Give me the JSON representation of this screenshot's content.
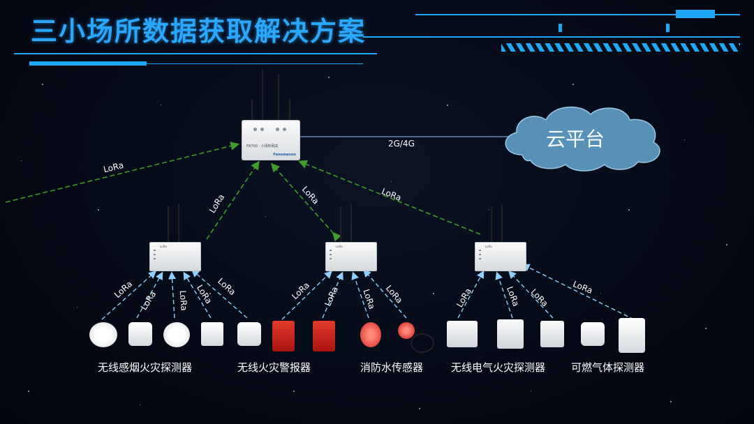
{
  "title": "三小场所数据获取解决方案",
  "gateway": {
    "model_text": "FR700 · 小场所网关",
    "brand": "Fenomenon"
  },
  "cloud": {
    "label": "云平台"
  },
  "uplink_label": "2G/4G",
  "link_label": "LoRa",
  "groups": [
    "无线感烟火灾探测器",
    "无线火灾警报器",
    "消防水传感器",
    "无线电气火灾探测器",
    "可燃气体探测器"
  ],
  "colors": {
    "accent": "#1fa8f5",
    "title": "#2aa8ff",
    "gateway_link": "#3f9d2a",
    "device_link": "#8fd0ff",
    "cloud": "#5aa0c8"
  }
}
